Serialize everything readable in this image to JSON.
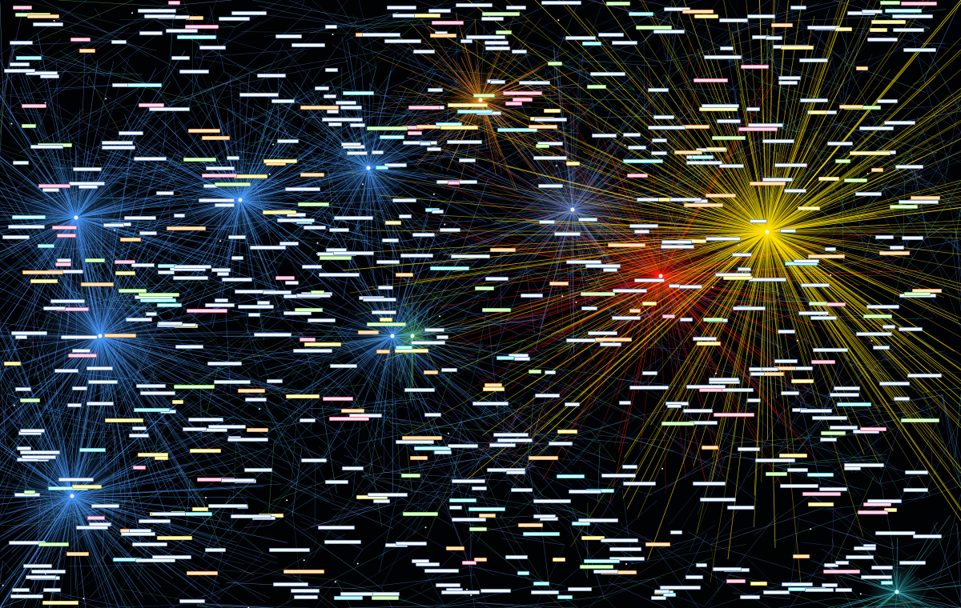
{
  "diagram": {
    "kind": "network-graph",
    "background": "#010204",
    "edge_colors": {
      "blue": "#4a9cff",
      "light_blue": "#7fc0ff",
      "cyan": "#3fd0d8",
      "green": "#5fd060",
      "yellow": "#ffe000",
      "orange": "#ff9020",
      "red": "#ff2010",
      "purple": "#9070ff"
    },
    "hubs": [
      {
        "name": "hub-top-left",
        "color": "#4a9cff",
        "label": "",
        "spread": "wide"
      },
      {
        "name": "hub-left-upper",
        "color": "#4a9cff",
        "label": "",
        "spread": "wide"
      },
      {
        "name": "hub-left-middle",
        "color": "#4a9cff",
        "label": "",
        "spread": "wide"
      },
      {
        "name": "hub-left-lower",
        "color": "#4a9cff",
        "label": "",
        "spread": "wide"
      },
      {
        "name": "hub-upper-center",
        "color": "#4a9cff",
        "label": "",
        "spread": "medium"
      },
      {
        "name": "hub-center",
        "color": "#4a9cff",
        "label": "",
        "spread": "medium"
      },
      {
        "name": "hub-center-right",
        "color": "#6a90e0",
        "label": "",
        "spread": "medium"
      },
      {
        "name": "hub-red",
        "color": "#ff2010",
        "label": "",
        "spread": "wide"
      },
      {
        "name": "hub-yellow",
        "color": "#ffe000",
        "label": "",
        "spread": "very-wide"
      },
      {
        "name": "hub-orange",
        "color": "#ff9020",
        "label": "",
        "spread": "medium"
      },
      {
        "name": "hub-green",
        "color": "#5fd060",
        "label": "",
        "spread": "small"
      },
      {
        "name": "hub-cyan-bottom-right",
        "color": "#3fd0d8",
        "label": "",
        "spread": "small"
      }
    ],
    "node_labels": []
  }
}
